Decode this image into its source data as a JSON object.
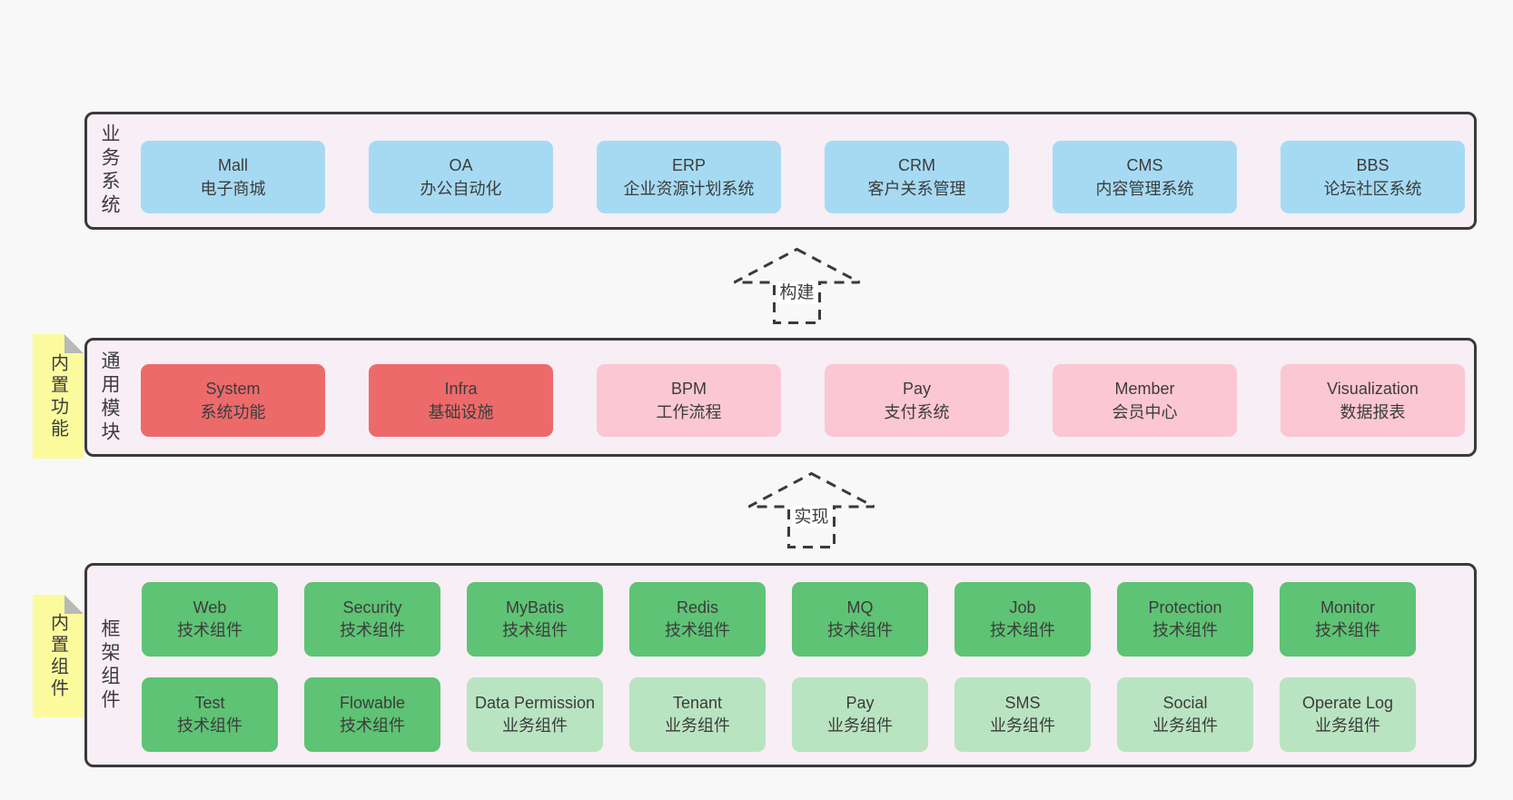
{
  "colors": {
    "page-bg": "#f8f8f8",
    "panel-bg": "#f7eef6",
    "panel-border": "#3a3a3a",
    "text": "#3c3c3c",
    "blue": "#a6daf3",
    "red": "#ed6a6b",
    "pink": "#fbc7d2",
    "green": "#5ec374",
    "lightgreen": "#b9e4c1",
    "sticky": "#fbfb9e",
    "fold": "#b9b9b9"
  },
  "sections": [
    {
      "id": "business-systems",
      "label": "业务系统",
      "boxes": [
        {
          "name": "Mall",
          "desc": "电子商城",
          "variant": "blue"
        },
        {
          "name": "OA",
          "desc": "办公自动化",
          "variant": "blue"
        },
        {
          "name": "ERP",
          "desc": "企业资源计划系统",
          "variant": "blue"
        },
        {
          "name": "CRM",
          "desc": "客户关系管理",
          "variant": "blue"
        },
        {
          "name": "CMS",
          "desc": "内容管理系统",
          "variant": "blue"
        },
        {
          "name": "BBS",
          "desc": "论坛社区系统",
          "variant": "blue"
        }
      ]
    },
    {
      "id": "common-modules",
      "label": "通用模块",
      "sticky": "内置功能",
      "boxes": [
        {
          "name": "System",
          "desc": "系统功能",
          "variant": "red"
        },
        {
          "name": "Infra",
          "desc": "基础设施",
          "variant": "red"
        },
        {
          "name": "BPM",
          "desc": "工作流程",
          "variant": "pink"
        },
        {
          "name": "Pay",
          "desc": "支付系统",
          "variant": "pink"
        },
        {
          "name": "Member",
          "desc": "会员中心",
          "variant": "pink"
        },
        {
          "name": "Visualization",
          "desc": "数据报表",
          "variant": "pink"
        }
      ]
    },
    {
      "id": "framework-components",
      "label": "框架组件",
      "sticky": "内置组件",
      "rows": [
        [
          {
            "name": "Web",
            "desc": "技术组件",
            "variant": "green"
          },
          {
            "name": "Security",
            "desc": "技术组件",
            "variant": "green"
          },
          {
            "name": "MyBatis",
            "desc": "技术组件",
            "variant": "green"
          },
          {
            "name": "Redis",
            "desc": "技术组件",
            "variant": "green"
          },
          {
            "name": "MQ",
            "desc": "技术组件",
            "variant": "green"
          },
          {
            "name": "Job",
            "desc": "技术组件",
            "variant": "green"
          },
          {
            "name": "Protection",
            "desc": "技术组件",
            "variant": "green"
          },
          {
            "name": "Monitor",
            "desc": "技术组件",
            "variant": "green"
          }
        ],
        [
          {
            "name": "Test",
            "desc": "技术组件",
            "variant": "green"
          },
          {
            "name": "Flowable",
            "desc": "技术组件",
            "variant": "green"
          },
          {
            "name": "Data Permission",
            "desc": "业务组件",
            "variant": "lightgreen"
          },
          {
            "name": "Tenant",
            "desc": "业务组件",
            "variant": "lightgreen"
          },
          {
            "name": "Pay",
            "desc": "业务组件",
            "variant": "lightgreen"
          },
          {
            "name": "SMS",
            "desc": "业务组件",
            "variant": "lightgreen"
          },
          {
            "name": "Social",
            "desc": "业务组件",
            "variant": "lightgreen"
          },
          {
            "name": "Operate Log",
            "desc": "业务组件",
            "variant": "lightgreen"
          }
        ]
      ]
    }
  ],
  "arrows": [
    {
      "label": "构建"
    },
    {
      "label": "实现"
    }
  ]
}
